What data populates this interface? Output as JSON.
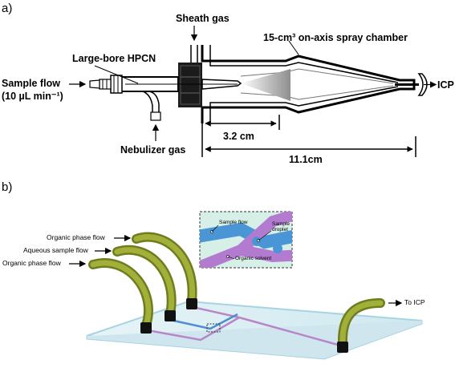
{
  "panel_a": {
    "letter": "a)",
    "sheath_gas": "Sheath gas",
    "spray_chamber": "15-cm³ on-axis spray chamber",
    "hpcn": "Large-bore HPCN",
    "sample_flow_1": "Sample flow",
    "sample_flow_2": "(10 µL min⁻¹)",
    "icp": "ICP",
    "dim_short": "3.2 cm",
    "dim_long": "11.1cm",
    "nebulizer_gas": "Nebulizer gas"
  },
  "panel_b": {
    "letter": "b)",
    "organic_flow_top": "Organic phase flow",
    "aqueous_flow": "Aqueous sample flow",
    "organic_flow_bottom": "Organic phase flow",
    "to_icp": "To ICP",
    "inset": {
      "sample_flow": "Sample flow",
      "sample_droplet_1": "Sample",
      "sample_droplet_2": "droplet",
      "organic_solvent": "Organic solvent"
    }
  },
  "colors": {
    "tube": "#8a9a2c",
    "tube_light": "#b5c243",
    "chip_fill": "#dceff3",
    "chip_edge": "#a7d3e2",
    "organic_channel": "#b886c8",
    "aqueous_channel": "#4f8fd0",
    "inset_bg": "#d6efe7"
  }
}
